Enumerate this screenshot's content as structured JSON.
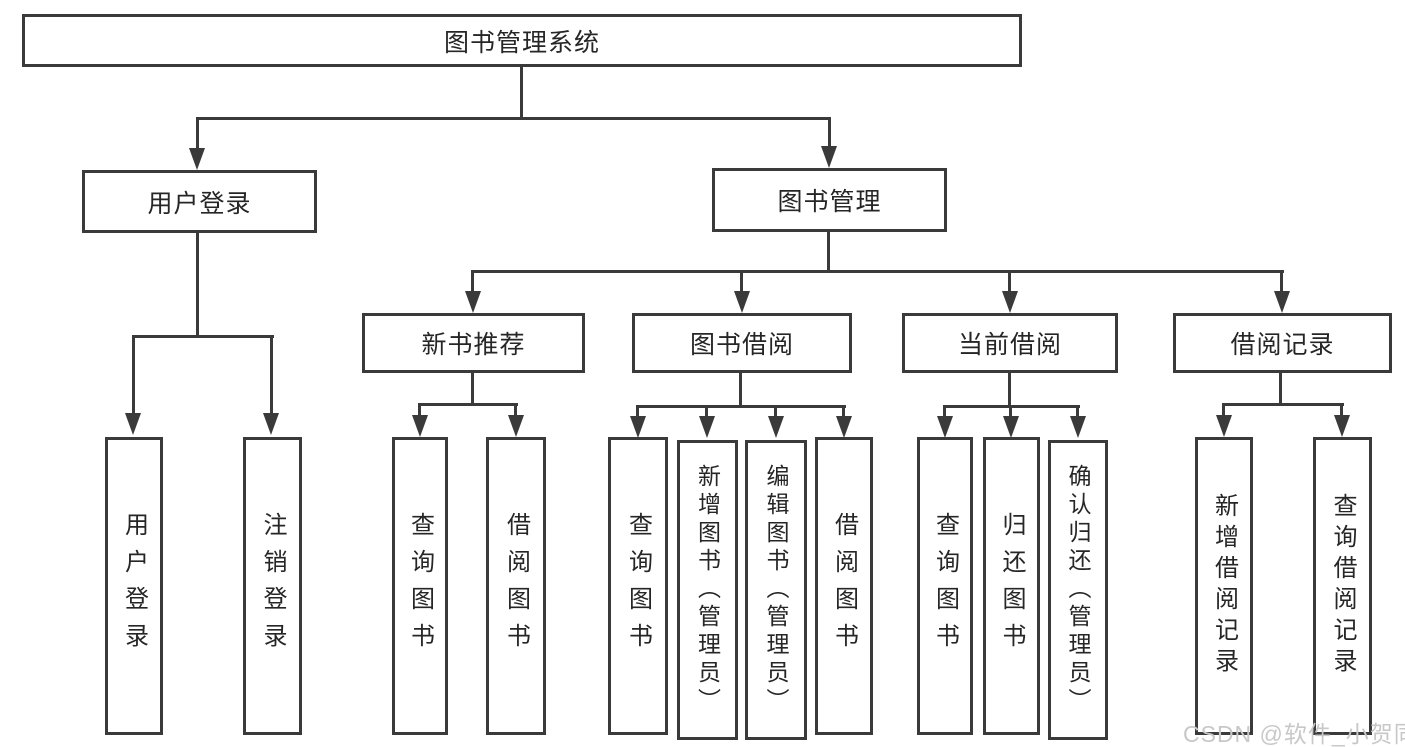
{
  "diagram": {
    "root": {
      "label": "图书管理系统"
    },
    "level2": [
      {
        "label": "用户登录"
      },
      {
        "label": "图书管理"
      }
    ],
    "level3": [
      {
        "label": "新书推荐"
      },
      {
        "label": "图书借阅"
      },
      {
        "label": "当前借阅"
      },
      {
        "label": "借阅记录"
      }
    ],
    "leaves": [
      {
        "label": "用户登录"
      },
      {
        "label": "注销登录"
      },
      {
        "label": "查询图书"
      },
      {
        "label": "借阅图书"
      },
      {
        "label": "查询图书"
      },
      {
        "label": "新增图书（管理员）"
      },
      {
        "label": "编辑图书（管理员）"
      },
      {
        "label": "借阅图书"
      },
      {
        "label": "查询图书"
      },
      {
        "label": "归还图书"
      },
      {
        "label": "确认归还（管理员）"
      },
      {
        "label": "新增借阅记录"
      },
      {
        "label": "查询借阅记录"
      }
    ]
  },
  "watermark": {
    "text": "CSDN @软件_小贺同学"
  },
  "colors": {
    "line": "#3a3a3a",
    "text": "#262626",
    "background": "#ffffff",
    "watermark": "#c8c8c8"
  }
}
